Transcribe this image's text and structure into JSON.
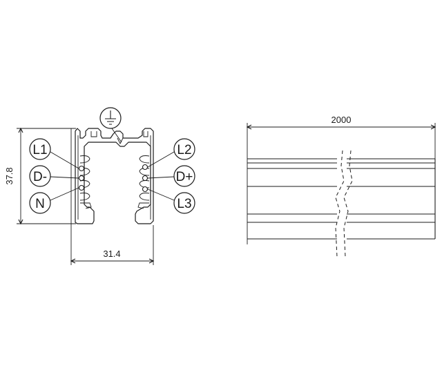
{
  "section": {
    "height_label": "37.8",
    "width_label": "31.4",
    "ground_symbol": "earth-ground-icon",
    "left_labels": [
      "L1",
      "D-",
      "N"
    ],
    "right_labels": [
      "L2",
      "D+",
      "L3"
    ]
  },
  "side": {
    "length_label": "2000"
  }
}
